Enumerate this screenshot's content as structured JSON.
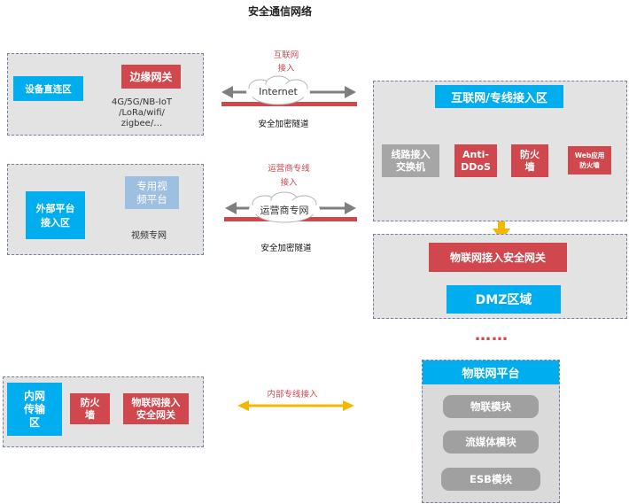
{
  "title": "安全通信网络",
  "left_zones": {
    "top": {
      "device_zone": "设备直连区",
      "edge_gateway": "边缘网关",
      "protocols": "4G/5G/NB-IoT/LoRa/wifi/zigbee/…",
      "protocol_lines": [
        "4G/5G/NB-IoT",
        "/LoRa/wifi/",
        "zigbee/…"
      ]
    },
    "middle": {
      "external_platform_lines": [
        "外部平台",
        "接入区"
      ],
      "video_platform_lines": [
        "专用视",
        "频平台"
      ],
      "video_network": "视频专网"
    },
    "bottom": {
      "internal_zone_lines": [
        "内网",
        "传输",
        "区"
      ],
      "firewall_lines": [
        "防火",
        "墙"
      ],
      "iot_gateway_lines": [
        "物联网接入",
        "安全网关"
      ]
    }
  },
  "links": {
    "internet": {
      "label_lines": [
        "互联网",
        "接入"
      ],
      "cloud": "Internet",
      "tunnel": "安全加密隧道"
    },
    "carrier": {
      "label_lines": [
        "运营商专线",
        "接入"
      ],
      "cloud": "运营商专网",
      "tunnel": "安全加密隧道"
    },
    "internal": {
      "label": "内部专线接入"
    }
  },
  "right": {
    "access_zone": {
      "title": "互联网/专线接入区",
      "switch_lines": [
        "线路接入",
        "交换机"
      ],
      "anti_ddos_lines": [
        "Anti-",
        "DDoS"
      ],
      "firewall_lines": [
        "防火",
        "墙"
      ],
      "waf_lines": [
        "Web应用",
        "防火墙"
      ]
    },
    "dmz": {
      "gateway": "物联网接入安全网关",
      "zone": "DMZ区域"
    },
    "ellipsis": "……",
    "iot_platform": {
      "title": "物联网平台",
      "modules": [
        "物联模块",
        "流媒体模块",
        "ESB模块"
      ]
    }
  },
  "colors": {
    "cyan": "#00adef",
    "red": "#d0474e",
    "light_blue": "#9dbfe0",
    "zone_gray": "#e3e3e3",
    "module_gray": "#a0a0a0",
    "arrow_yellow": "#f5b800",
    "arrow_gray": "#7f7f7f",
    "arrow_blue": "#3b6fd4"
  }
}
